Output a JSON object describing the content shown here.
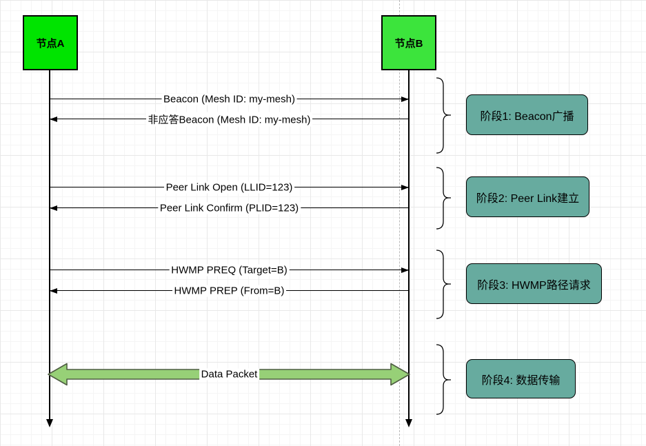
{
  "nodes": [
    {
      "id": "A",
      "label": "节点A"
    },
    {
      "id": "B",
      "label": "节点B"
    }
  ],
  "messages": [
    {
      "label": "Beacon (Mesh ID: my-mesh)",
      "from": "节点A",
      "to": "节点B"
    },
    {
      "label": "非应答Beacon (Mesh ID: my-mesh)",
      "from": "节点B",
      "to": "节点A"
    },
    {
      "label": "Peer Link Open (LLID=123)",
      "from": "节点A",
      "to": "节点B"
    },
    {
      "label": "Peer Link Confirm (PLID=123)",
      "from": "节点B",
      "to": "节点A"
    },
    {
      "label": "HWMP PREQ (Target=B)",
      "from": "节点A",
      "to": "节点B"
    },
    {
      "label": "HWMP PREP (From=B)",
      "from": "节点B",
      "to": "节点A"
    },
    {
      "label": "Data Packet",
      "from": "节点A",
      "to": "节点B",
      "bidirectional": true
    }
  ],
  "phases": [
    {
      "label": "阶段1: Beacon广播"
    },
    {
      "label": "阶段2: Peer Link建立"
    },
    {
      "label": "阶段3: HWMP路径请求"
    },
    {
      "label": "阶段4: 数据传输"
    }
  ],
  "colors": {
    "node_a_fill": "#00E400",
    "node_b_fill": "#3CE43C",
    "phase_fill": "#67AB9F",
    "data_arrow_fill": "#97D077",
    "data_arrow_stroke": "#4F5D43",
    "line": "#000000",
    "page_divider": "#B9B9B9"
  }
}
